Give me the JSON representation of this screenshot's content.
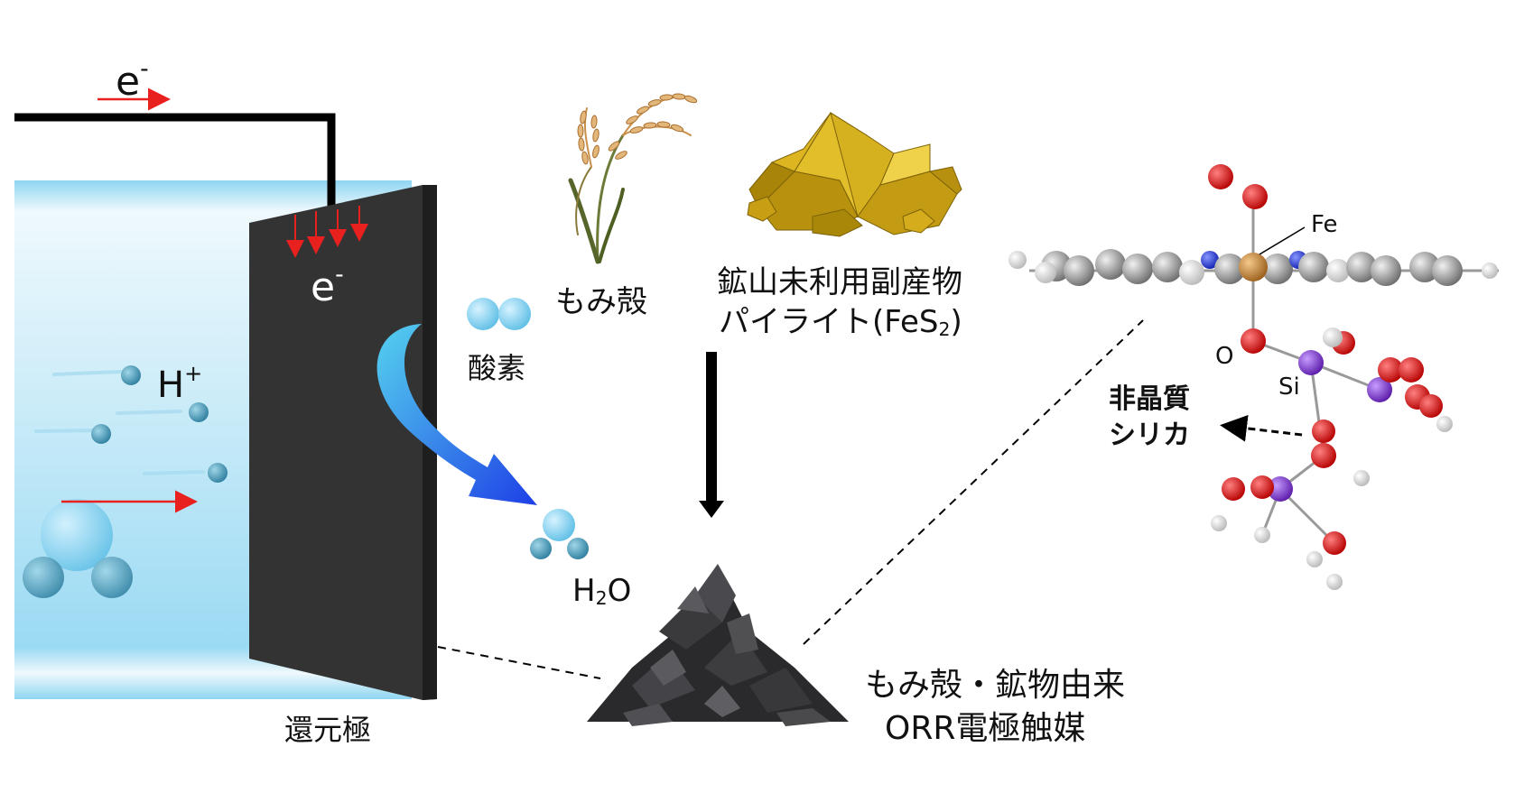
{
  "labels": {
    "electron": "e",
    "electron_charge": "-",
    "proton": "H",
    "proton_charge": "+",
    "oxygen": "酸素",
    "water_h": "H",
    "water_sub": "2",
    "water_o": "O",
    "cathode": "還元極",
    "rice_husk": "もみ殻",
    "mine_line1": "鉱山未利用副産物",
    "mine_line2_main": "パイライト(FeS",
    "mine_line2_sub": "2",
    "mine_line2_end": ")",
    "catalyst_line1": "もみ殻・鉱物由来",
    "catalyst_line2": "ORR電極触媒",
    "fe": "Fe",
    "o": "O",
    "si": "Si",
    "silica_line1": "非晶質",
    "silica_line2": "シリカ"
  },
  "colors": {
    "electron_arrow": "#e8211e",
    "wire": "#000000",
    "electrode": "#333333",
    "electrolyte": "#9ed8f3",
    "oxygen_sphere": "#7ccff0",
    "hydrogen_sphere": "#3f9ebd",
    "flow_arrow_start": "#55d2ee",
    "flow_arrow_end": "#1e3fe6",
    "pyrite": "#c9a21a",
    "catalyst": "#2a2a2c",
    "atom_o": "#d90f0f",
    "atom_fe": "#c98b3c",
    "atom_si": "#7a33c7",
    "atom_c": "#9a9a9a",
    "atom_h": "#ececec",
    "atom_n": "#2233dd"
  }
}
